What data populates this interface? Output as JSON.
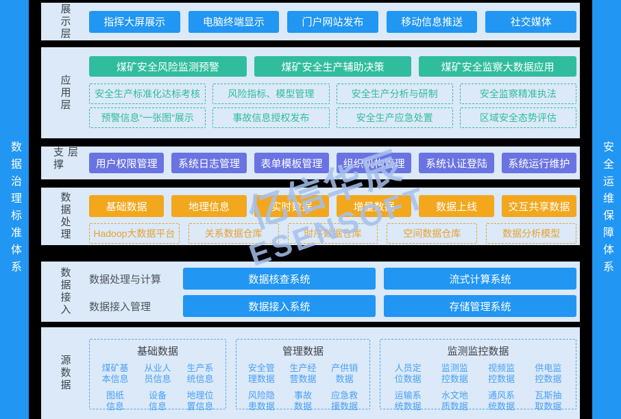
{
  "colors": {
    "blue": "#2196f3",
    "panel": "#dbe9f8",
    "green": "#30bd9d",
    "purple": "#6a73e2",
    "orange": "#f2a71d",
    "orangeDash": "#e6a231",
    "sourceBlue": "#4aa0f6",
    "dashBlue": "#56a5f3",
    "dark": "#3d434a",
    "background": "#000000"
  },
  "sidebars": {
    "left": "数据治理标准体系",
    "right": "安全运维保障体系"
  },
  "watermark": {
    "line1": "亿信华辰",
    "line2": "ESENSOFT"
  },
  "layers": {
    "display": {
      "label": "展示层",
      "buttons": [
        "指挥大屏展示",
        "电脑终端显示",
        "门户网站发布",
        "移动信息推送",
        "社交媒体"
      ]
    },
    "application": {
      "label": "应用层",
      "primary": [
        "煤矿安全风险监测预警",
        "煤矿安全生产辅助决策",
        "煤矿安全监察大数据应用"
      ],
      "secondary": [
        "安全生产标准化达标考核",
        "风险指标、模型管理",
        "安全生产分析与研制",
        "安全监察精准执法",
        "预警信息“一张图”展示",
        "事故信息授权发布",
        "安全生产应急处置",
        "区域安全态势评估"
      ]
    },
    "support": {
      "label": "支撑层",
      "buttons": [
        "用户权限管理",
        "系统日志管理",
        "表单模板管理",
        "组织机构管理",
        "系统认证登陆",
        "系统运行维护"
      ]
    },
    "processing": {
      "label": "数据处理",
      "solid": [
        "基础数据",
        "地理信息",
        "实时数据",
        "增量数据",
        "数据上线",
        "交互共享数据"
      ],
      "dashed": [
        "Hadoop大数据平台",
        "关系数据仓库",
        "时序数据仓库",
        "空间数据仓库",
        "数据分析模型"
      ]
    },
    "access": {
      "label": "数据接入",
      "rows": [
        {
          "label": "数据处理与计算",
          "buttons": [
            "数据核查系统",
            "流式计算系统"
          ]
        },
        {
          "label": "数据接入管理",
          "buttons": [
            "数据接入系统",
            "存储管理系统"
          ]
        }
      ]
    },
    "source": {
      "label": "源数据",
      "groups": [
        {
          "title": "基础数据",
          "items": [
            "煤矿基\n本信息",
            "从业人\n员信息",
            "生产系\n统信息",
            "图纸\n信息",
            "设备\n信息",
            "地理位\n置信息"
          ]
        },
        {
          "title": "管理数据",
          "items": [
            "安全管\n理数据",
            "生产经\n营数据",
            "产供销\n数据",
            "风险隐\n患数据",
            "事故\n数据",
            "应急救\n援数据"
          ]
        },
        {
          "title": "监测监控数据",
          "items": [
            "人员定\n位数据",
            "监测监\n控数据",
            "视频监\n控数据",
            "供电监\n控数据",
            "运输系\n统数据",
            "水文地\n质数据",
            "通风系\n统数据",
            "瓦斯抽\n取数据"
          ]
        }
      ]
    }
  }
}
